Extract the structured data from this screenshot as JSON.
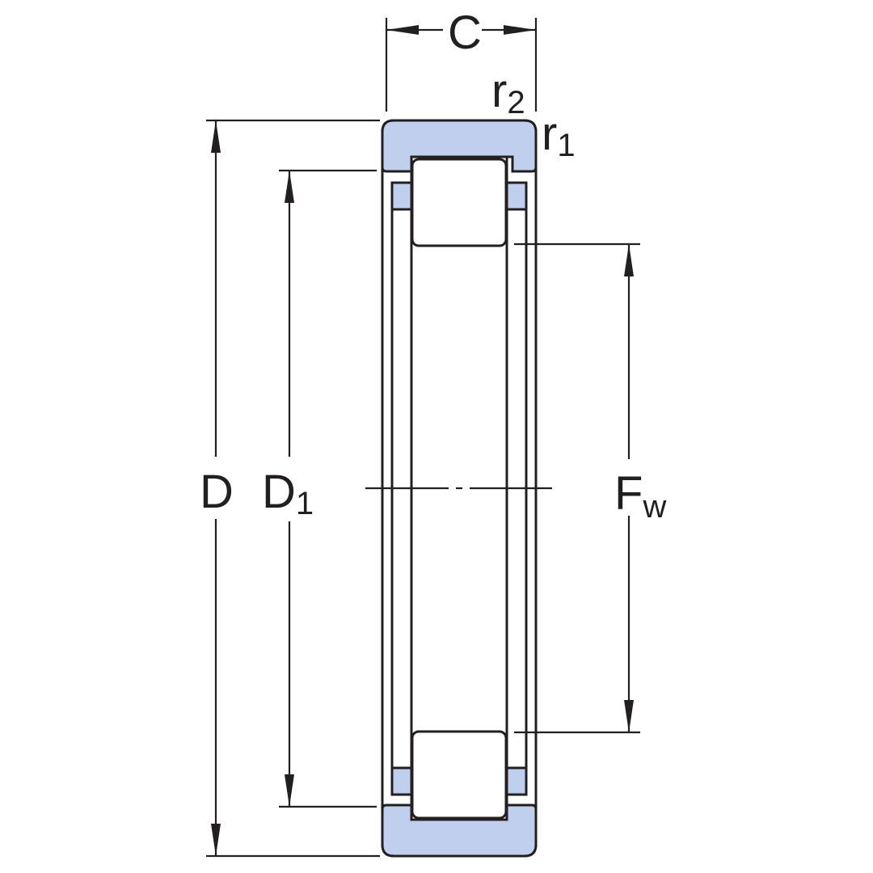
{
  "labels": {
    "C": "C",
    "r2": {
      "base": "r",
      "sub": "2"
    },
    "r1": {
      "base": "r",
      "sub": "1"
    },
    "D": "D",
    "D1": {
      "base": "D",
      "sub": "1"
    },
    "Fw": {
      "base": "F",
      "sub": "w"
    }
  },
  "colors": {
    "ring_fill": "#c1cfee",
    "line": "#231f20",
    "background": "#ffffff"
  }
}
